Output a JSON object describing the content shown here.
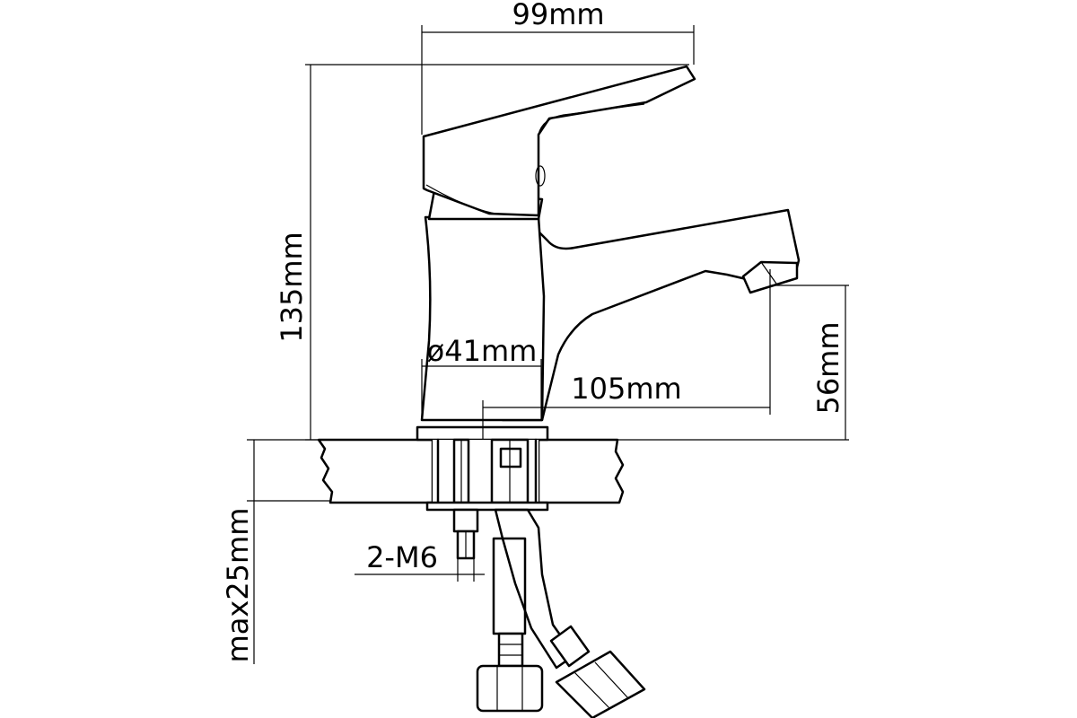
{
  "dimensions": {
    "width_top": "99mm",
    "height_total": "135mm",
    "base_diameter": "ø41mm",
    "spout_reach": "105mm",
    "spout_height": "56mm",
    "studs": "2-M6",
    "max_thickness": "max25mm"
  }
}
